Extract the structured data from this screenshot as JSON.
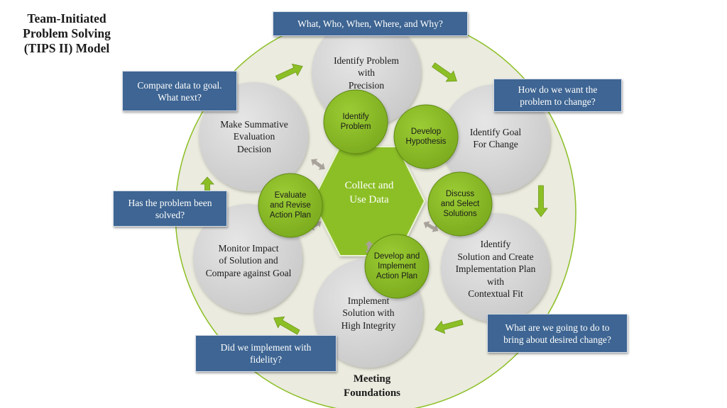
{
  "title": {
    "lines": [
      "Team-Initiated",
      "Problem Solving",
      "(TIPS II) Model"
    ]
  },
  "center": {
    "lines": [
      "Collect and",
      "Use Data"
    ]
  },
  "foundation": {
    "lines": [
      "Meeting",
      "Foundations"
    ]
  },
  "steps": [
    {
      "id": "identify-problem",
      "lines": [
        "Identify Problem",
        "with",
        "Precision"
      ]
    },
    {
      "id": "identify-goal",
      "lines": [
        "Identify Goal",
        "For Change"
      ]
    },
    {
      "id": "identify-solution",
      "lines": [
        "Identify",
        "Solution and Create",
        "Implementation Plan",
        "with",
        "Contextual Fit"
      ]
    },
    {
      "id": "implement-solution",
      "lines": [
        "Implement",
        "Solution with",
        "High Integrity"
      ]
    },
    {
      "id": "monitor-impact",
      "lines": [
        "Monitor Impact",
        "of Solution and",
        "Compare against Goal"
      ]
    },
    {
      "id": "summative-evaluation",
      "lines": [
        "Make Summative",
        "Evaluation",
        "Decision"
      ]
    }
  ],
  "substeps": [
    {
      "id": "identify-problem",
      "lines": [
        "Identify",
        "Problem"
      ]
    },
    {
      "id": "develop-hypothesis",
      "lines": [
        "Develop",
        "Hypothesis"
      ]
    },
    {
      "id": "discuss-select",
      "lines": [
        "Discuss",
        "and Select",
        "Solutions"
      ]
    },
    {
      "id": "develop-implement",
      "lines": [
        "Develop and",
        "Implement",
        "Action Plan"
      ]
    },
    {
      "id": "evaluate-revise",
      "lines": [
        "Evaluate",
        "and Revise",
        "Action Plan"
      ]
    }
  ],
  "questions": [
    {
      "id": "what-who",
      "lines": [
        "What, Who, When, Where, and Why?"
      ]
    },
    {
      "id": "how-change",
      "lines": [
        "How do we want the",
        "problem to change?"
      ]
    },
    {
      "id": "what-going",
      "lines": [
        "What are we going to do to",
        "bring about desired change?"
      ]
    },
    {
      "id": "did-implement",
      "lines": [
        "Did we implement with",
        "fidelity?"
      ]
    },
    {
      "id": "problem-solved",
      "lines": [
        "Has the problem been",
        "solved?"
      ]
    },
    {
      "id": "compare-data",
      "lines": [
        "Compare data to goal.",
        "What next?"
      ]
    }
  ],
  "colors": {
    "outer_circle": "#ebebdf",
    "step_circle": "#d9d9d9",
    "green": "#8cbf26",
    "green_dark": "#6f9a1a",
    "question_box": "#3e6593",
    "gray_arrow": "#a9a29b"
  }
}
